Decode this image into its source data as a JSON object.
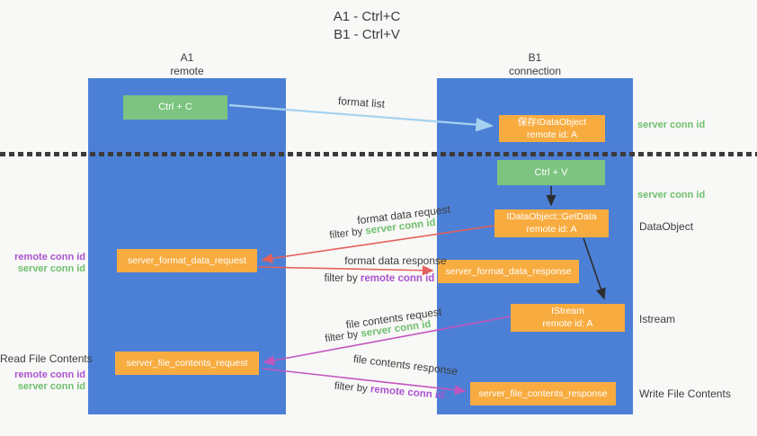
{
  "title": {
    "line1": "A1 - Ctrl+C",
    "line2": "B1 - Ctrl+V"
  },
  "lanes": {
    "left": {
      "name": "A1",
      "subtitle": "remote"
    },
    "right": {
      "name": "B1",
      "subtitle": "connection"
    }
  },
  "nodes": {
    "ctrl_c": {
      "label": "Ctrl + C"
    },
    "ctrl_v": {
      "label": "Ctrl + V"
    },
    "save_idataobject": {
      "line1": "保存IDataObject",
      "line2": "remote id: A"
    },
    "getdata": {
      "line1": "IDataObject::GetData",
      "line2": "remote id: A"
    },
    "istream": {
      "line1": "IStream",
      "line2": "remote id: A"
    },
    "format_request": {
      "label": "server_format_data_request"
    },
    "format_response": {
      "label": "server_format_data_response"
    },
    "file_request": {
      "label": "server_file_contents_request"
    },
    "file_response": {
      "label": "server_file_contents_response"
    }
  },
  "right_labels": {
    "server_conn_id_top": "server conn id",
    "server_conn_id_mid": "server conn id",
    "dataobject": "DataObject",
    "istream": "Istream",
    "write_file_contents": "Write File Contents"
  },
  "left_labels": {
    "remote_conn_id_1": "remote conn id",
    "server_conn_id_1": "server conn id",
    "read_file_contents": "Read File Contents",
    "remote_conn_id_2": "remote conn id",
    "server_conn_id_2": "server conn id"
  },
  "arrow_labels": {
    "format_list": "format list",
    "format_data_request": "format data request",
    "format_data_response": "format data response",
    "file_contents_request": "file contents request",
    "file_contents_response": "file contents response",
    "filter_by_server_1": {
      "prefix": "filter by ",
      "value": "server conn id"
    },
    "filter_by_remote_1": {
      "prefix": "filter by ",
      "value": "remote conn id"
    },
    "filter_by_server_2": {
      "prefix": "filter by ",
      "value": "server conn id"
    },
    "filter_by_remote_2": {
      "prefix": "filter by ",
      "value": "remote conn id"
    }
  },
  "colors": {
    "lane_blue": "#4c80d6",
    "node_green": "#7cc47f",
    "node_orange": "#f8ac40",
    "text_green": "#6fc06f",
    "text_purple": "#ab53cf",
    "arrow_red": "#e4605c",
    "arrow_magenta": "#c355bf",
    "arrow_lightblue": "#a5d2f0",
    "arrow_black": "#2d2d2d",
    "divider_black": "#3b3b3b",
    "background": "#f8f8f6"
  }
}
